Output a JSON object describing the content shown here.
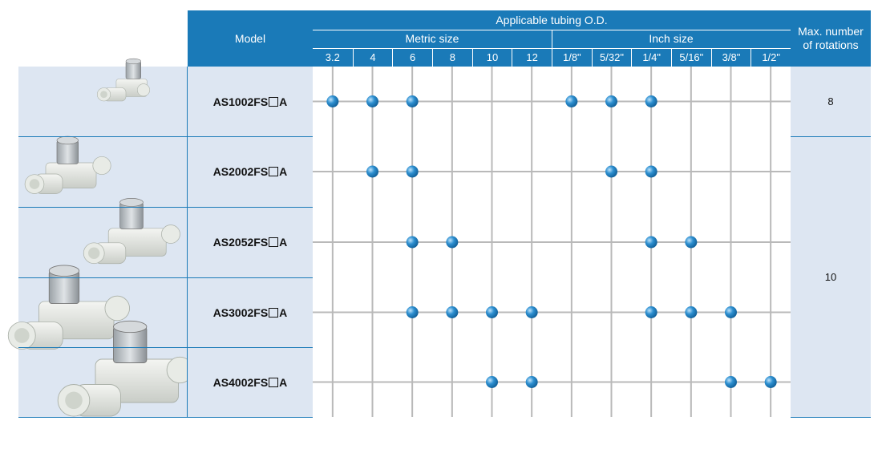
{
  "header": {
    "model": "Model",
    "applicable_tubing": "Applicable tubing O.D.",
    "metric_size": "Metric size",
    "inch_size": "Inch size",
    "max_rotations": "Max. number\nof rotations"
  },
  "metric_sizes": [
    "3.2",
    "4",
    "6",
    "8",
    "10",
    "12"
  ],
  "inch_sizes": [
    "1/8\"",
    "5/32\"",
    "1/4\"",
    "5/16\"",
    "3/8\"",
    "1/2\""
  ],
  "rows": [
    {
      "model_prefix": "AS1002FS",
      "model_suffix": "A",
      "sizes": [
        "3.2",
        "4",
        "6",
        "1/8\"",
        "5/32\"",
        "1/4\""
      ]
    },
    {
      "model_prefix": "AS2002FS",
      "model_suffix": "A",
      "sizes": [
        "4",
        "6",
        "5/32\"",
        "1/4\""
      ]
    },
    {
      "model_prefix": "AS2052FS",
      "model_suffix": "A",
      "sizes": [
        "6",
        "8",
        "1/4\"",
        "5/16\""
      ]
    },
    {
      "model_prefix": "AS3002FS",
      "model_suffix": "A",
      "sizes": [
        "6",
        "8",
        "10",
        "12",
        "1/4\"",
        "5/16\"",
        "3/8\""
      ]
    },
    {
      "model_prefix": "AS4002FS",
      "model_suffix": "A",
      "sizes": [
        "10",
        "12",
        "3/8\"",
        "1/2\""
      ]
    }
  ],
  "rotations": [
    {
      "value": "8",
      "applies_to": [
        "AS1002FS"
      ]
    },
    {
      "value": "10",
      "applies_to": [
        "AS2002FS",
        "AS2052FS",
        "AS3002FS",
        "AS4002FS"
      ]
    }
  ],
  "colors": {
    "header": "#1a7ab8",
    "cell": "#dde6f2",
    "grid": "#b9b9b9",
    "dot": "#2d8fd0"
  }
}
